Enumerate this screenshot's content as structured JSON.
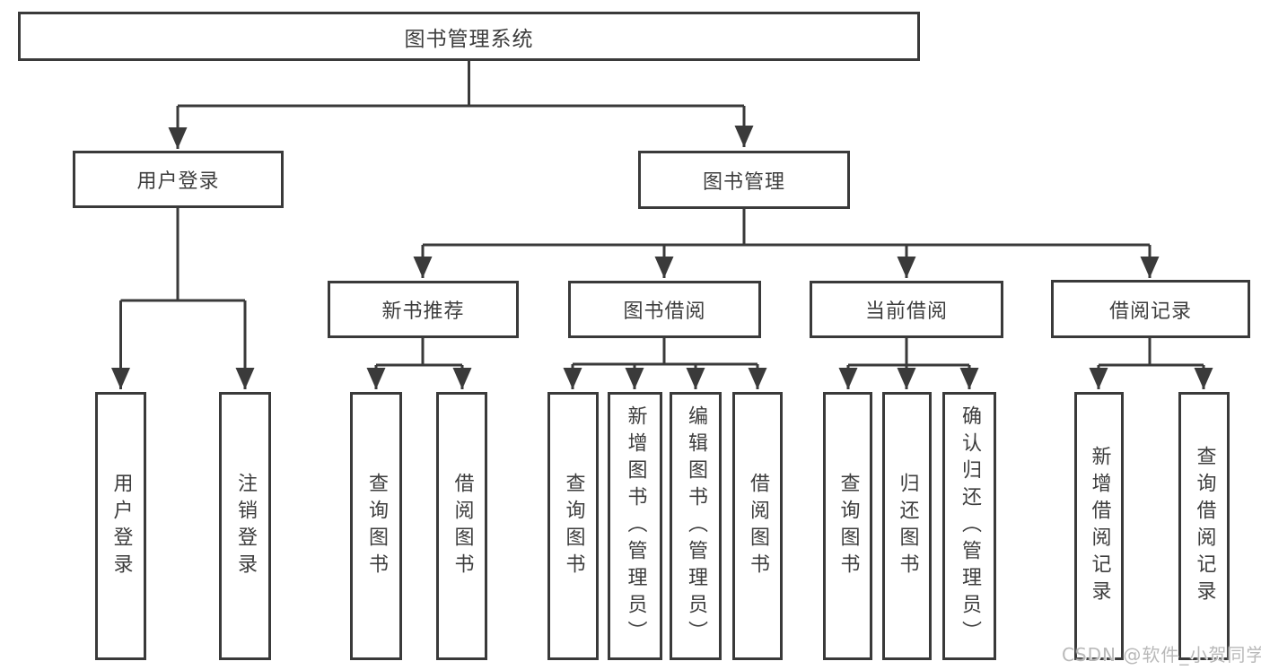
{
  "diagram": {
    "root": {
      "label": "图书管理系统"
    },
    "level2": {
      "user_login": {
        "label": "用户登录"
      },
      "book_management": {
        "label": "图书管理"
      }
    },
    "level3": {
      "new_book_recommend": {
        "label": "新书推荐"
      },
      "book_borrow": {
        "label": "图书借阅"
      },
      "current_borrow": {
        "label": "当前借阅"
      },
      "borrow_records": {
        "label": "借阅记录"
      }
    },
    "leaves": {
      "user_login": {
        "label": "用户登录"
      },
      "logout": {
        "label": "注销登录"
      },
      "query_book_recommend": {
        "label": "查询图书"
      },
      "borrow_book_recommend": {
        "label": "借阅图书"
      },
      "query_book_borrow": {
        "label": "查询图书"
      },
      "add_book_admin": {
        "label": "新增图书（管理员）"
      },
      "edit_book_admin": {
        "label": "编辑图书（管理员）"
      },
      "borrow_book_borrow": {
        "label": "借阅图书"
      },
      "query_book_current": {
        "label": "查询图书"
      },
      "return_book": {
        "label": "归还图书"
      },
      "confirm_return_admin": {
        "label": "确认归还（管理员）"
      },
      "add_borrow_record": {
        "label": "新增借阅记录"
      },
      "query_borrow_record": {
        "label": "查询借阅记录"
      }
    },
    "watermark": "CSDN @软件_小贺同学",
    "colors": {
      "line": "#3a3a3a",
      "text": "#3d3d3d",
      "background": "#ffffff",
      "watermark": "#b9b9b9"
    }
  }
}
